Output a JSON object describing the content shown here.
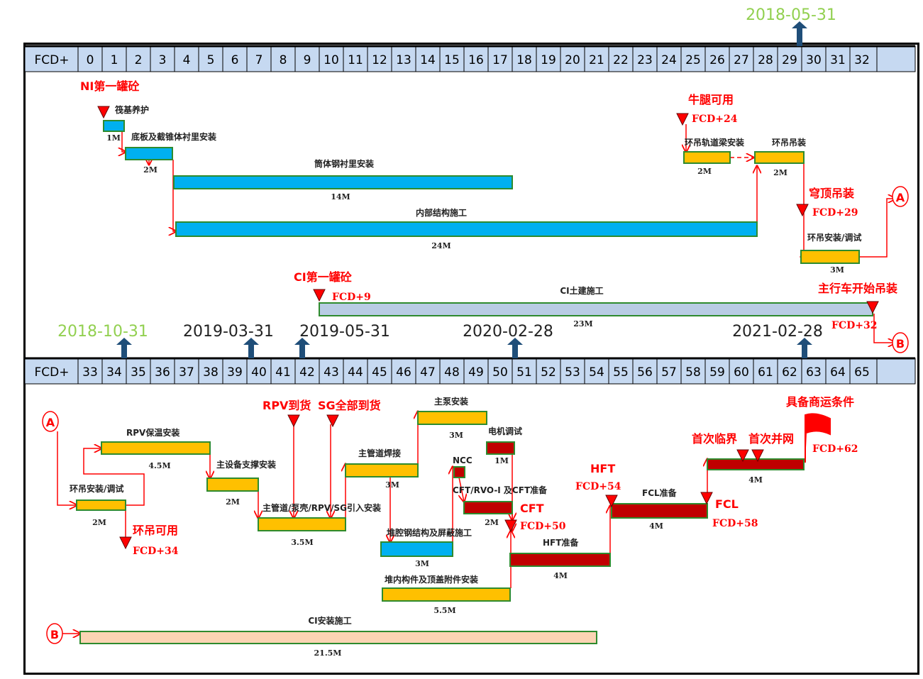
{
  "header": {
    "label": "FCD+",
    "top_months": [
      0,
      1,
      2,
      3,
      4,
      5,
      6,
      7,
      8,
      9,
      10,
      11,
      12,
      13,
      14,
      15,
      16,
      17,
      18,
      19,
      20,
      21,
      22,
      23,
      24,
      25,
      26,
      27,
      28,
      29,
      30,
      31,
      32
    ],
    "bottom_months": [
      33,
      34,
      35,
      36,
      37,
      38,
      39,
      40,
      41,
      42,
      43,
      44,
      45,
      46,
      47,
      48,
      49,
      50,
      51,
      52,
      53,
      54,
      55,
      56,
      57,
      58,
      59,
      60,
      61,
      62,
      63,
      64,
      65
    ]
  },
  "dates": {
    "d1": "2018-05-31",
    "d2": "2018-10-31",
    "d3": "2019-03-31",
    "d4": "2019-05-31",
    "d5": "2020-02-28",
    "d6": "2021-02-28"
  },
  "connectors": {
    "a": "A",
    "b": "B"
  },
  "milestones": {
    "ni_first_concrete": "NI第一罐砼",
    "bracket_available": "牛腿可用",
    "fcd24": "FCD+24",
    "dome_lift": "穹顶吊装",
    "fcd29": "FCD+29",
    "ci_first_concrete": "CI第一罐砼",
    "fcd9": "FCD+9",
    "polar_crane_start": "主行车开始吊装",
    "fcd32": "FCD+32",
    "rpv_arrival": "RPV到货",
    "sg_arrival": "SG全部到货",
    "crane_available": "环吊可用",
    "fcd34": "FCD+34",
    "cft": "CFT",
    "fcd50": "FCD+50",
    "hft": "HFT",
    "fcd54": "FCD+54",
    "fcl": "FCL",
    "fcd58": "FCD+58",
    "first_critical": "首次临界",
    "first_grid": "首次并网",
    "commercial_ready": "具备商运条件",
    "fcd62": "FCD+62"
  },
  "tasks": {
    "t1": {
      "name": "筏基养护",
      "dur": "1M"
    },
    "t2": {
      "name": "底板及截锥体衬里安装",
      "dur": "2M"
    },
    "t3": {
      "name": "筒体钢衬里安装",
      "dur": "14M"
    },
    "t4": {
      "name": "内部结构施工",
      "dur": "24M"
    },
    "t5": {
      "name": "环吊轨道梁安装",
      "dur": "2M"
    },
    "t6": {
      "name": "环吊吊装",
      "dur": "2M"
    },
    "t7": {
      "name": "环吊安装/调试",
      "dur": "3M"
    },
    "t8": {
      "name": "CI土建施工",
      "dur": "23M"
    },
    "b1": {
      "name": "环吊安装/调试",
      "dur": "2M"
    },
    "b2": {
      "name": "RPV保温安装",
      "dur": "4.5M"
    },
    "b3": {
      "name": "主设备支撑安装",
      "dur": "2M"
    },
    "b4": {
      "name": "主管道/泵壳/RPV/SG引入安装",
      "dur": "3.5M"
    },
    "b5": {
      "name": "主管道焊接",
      "dur": "3M"
    },
    "b6": {
      "name": "主泵安装",
      "dur": "3M"
    },
    "b7": {
      "name": "电机调试",
      "dur": "1M"
    },
    "b8": {
      "name": "NCC",
      "dur": ""
    },
    "b9": {
      "name": "CFT/RVO-I 及CFT准备",
      "dur": "2M"
    },
    "b10": {
      "name": "堆腔钢结构及屏蔽施工",
      "dur": "3M"
    },
    "b11": {
      "name": "堆内构件及顶盖附件安装",
      "dur": "5.5M"
    },
    "b12": {
      "name": "HFT准备",
      "dur": "4M"
    },
    "b13": {
      "name": "FCL准备",
      "dur": "4M"
    },
    "b14": {
      "name": "",
      "dur": "4M"
    },
    "b15": {
      "name": "CI安装施工",
      "dur": "21.5M"
    }
  },
  "colors": {
    "header_bg": "#c6d9f1",
    "civil_blue": "#00b0f0",
    "install_gold": "#ffc000",
    "commission_red": "#c00000",
    "ci_civil": "#b8cce4",
    "ci_install": "#fbd4b4",
    "bar_border": "#2e8b2e",
    "milestone_red": "#ff0000",
    "date_green": "#92d050",
    "date_arrow": "#1f4e79"
  }
}
